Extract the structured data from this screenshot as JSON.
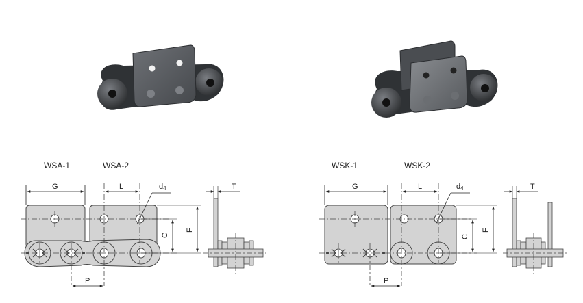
{
  "left_diagram": {
    "type_a": "WSA-1",
    "type_b": "WSA-2",
    "dim_g": "G",
    "dim_l": "L",
    "dim_d": "d",
    "dim_d_sub": "4",
    "dim_t": "T",
    "dim_c": "C",
    "dim_f": "F",
    "dim_p": "P"
  },
  "right_diagram": {
    "type_a": "WSK-1",
    "type_b": "WSK-2",
    "dim_g": "G",
    "dim_l": "L",
    "dim_d": "d",
    "dim_d_sub": "4",
    "dim_t": "T",
    "dim_c": "C",
    "dim_f": "F",
    "dim_p": "P"
  },
  "colors": {
    "plate_fill": "#d3d3d3",
    "plate_stroke": "#444444",
    "dim_line": "#222222",
    "photo_dark": "#3a3d40",
    "photo_plate": "#5c5f63"
  }
}
